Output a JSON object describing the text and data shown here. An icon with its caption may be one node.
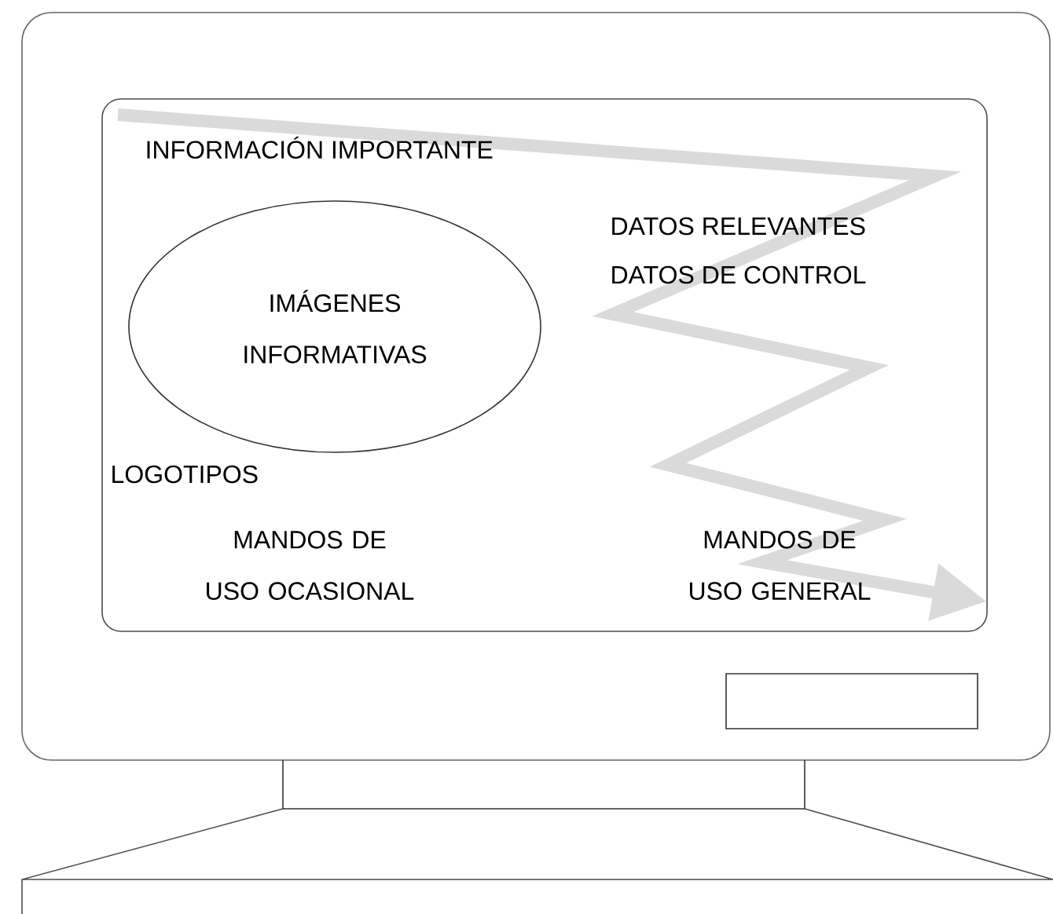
{
  "diagram": {
    "nodes": [
      {
        "text": [
          "IMÁGENES INFORMATIVAS"
        ]
      }
    ],
    "labels": [
      "INFORMACIÓN IMPORTANTE",
      "DATOS RELEVANTES",
      "DATOS DE CONTROL",
      "LOGOTIPOS",
      "MANDOS DE USO OCASIONAL",
      "MANDOS DE USO GENERAL"
    ]
  }
}
